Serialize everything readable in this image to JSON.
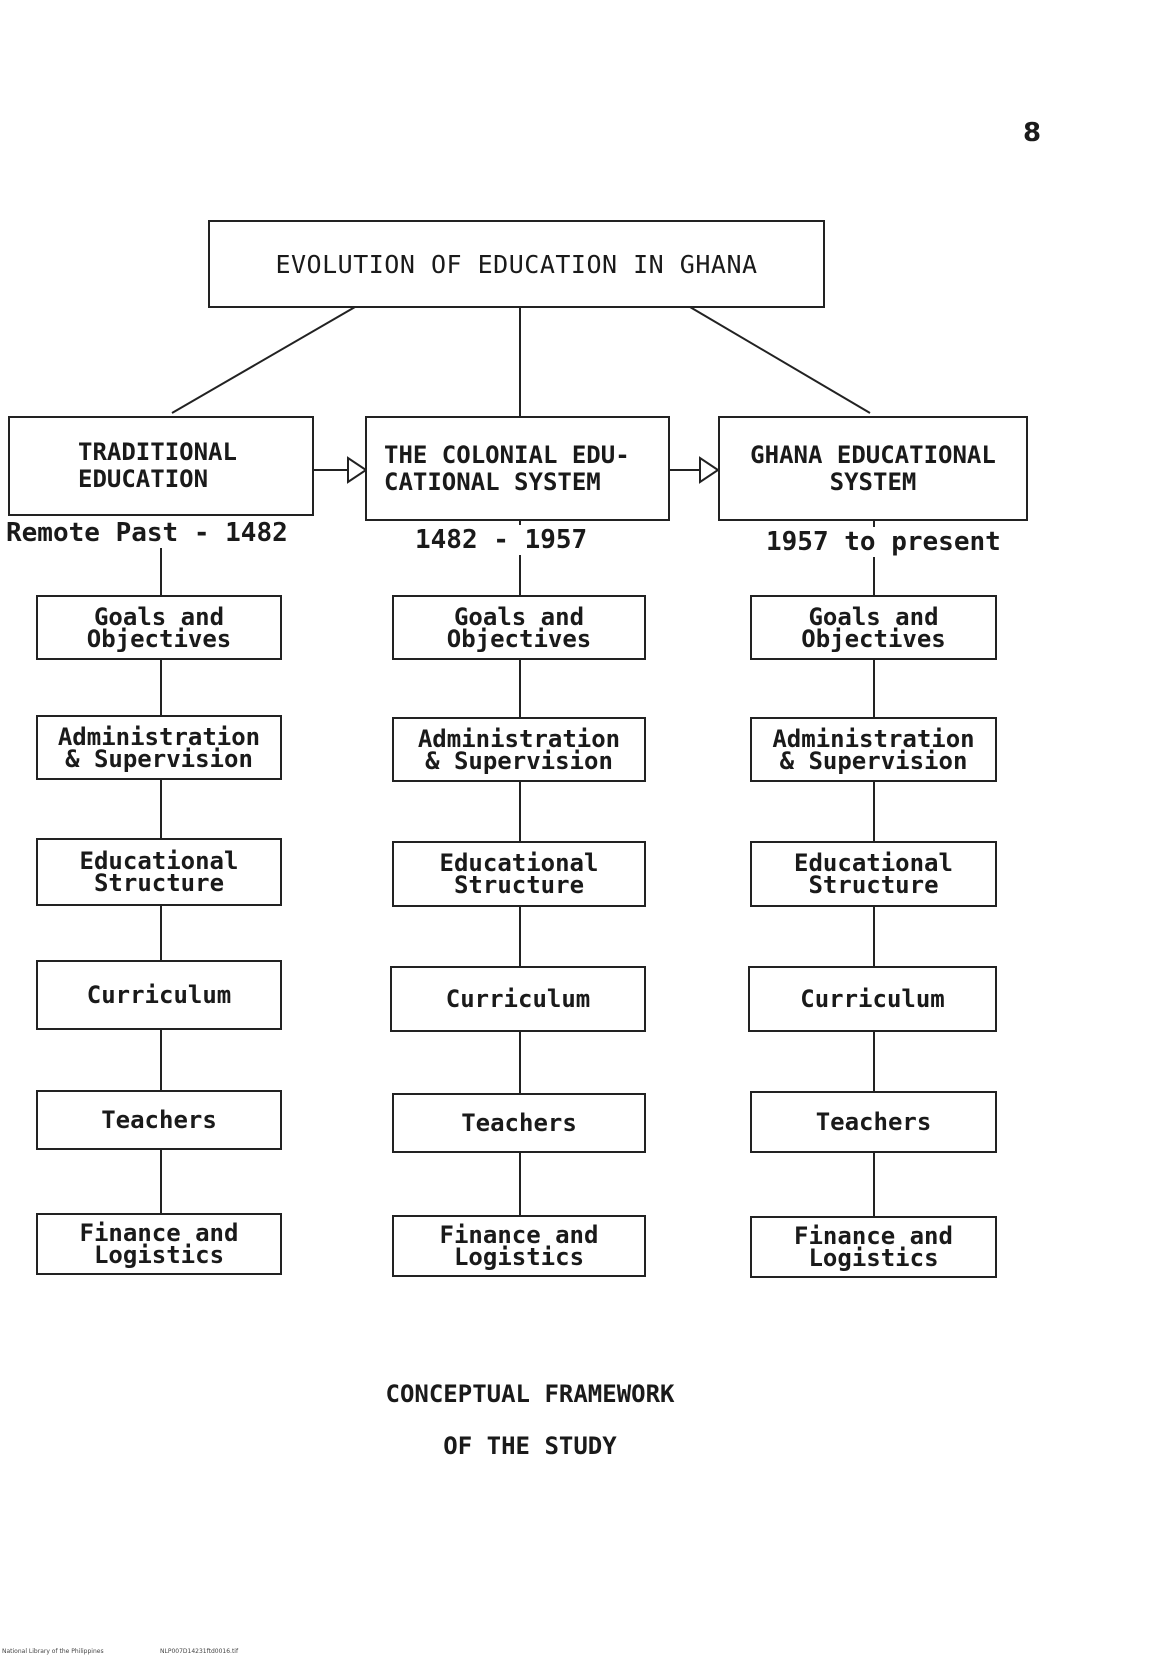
{
  "page_number": "8",
  "title": "EVOLUTION OF EDUCATION IN GHANA",
  "systems": [
    {
      "label_lines": [
        "TRADITIONAL",
        "EDUCATION"
      ],
      "period": "Remote Past - 1482"
    },
    {
      "label_lines": [
        "THE COLONIAL EDU-",
        "CATIONAL SYSTEM"
      ],
      "period": "1482 - 1957"
    },
    {
      "label_lines": [
        "GHANA EDUCATIONAL",
        "SYSTEM"
      ],
      "period": "1957 to present"
    }
  ],
  "components": [
    [
      "Goals and",
      "Objectives"
    ],
    [
      "Administration",
      "& Supervision"
    ],
    [
      "Educational",
      "Structure"
    ],
    [
      "Curriculum"
    ],
    [
      "Teachers"
    ],
    [
      "Finance and",
      "Logistics"
    ]
  ],
  "caption_lines": [
    "CONCEPTUAL FRAMEWORK",
    "OF THE STUDY"
  ],
  "footer": {
    "library": "National Library of the Philippines",
    "file": "NLP007D14231ftd0016.tif"
  }
}
